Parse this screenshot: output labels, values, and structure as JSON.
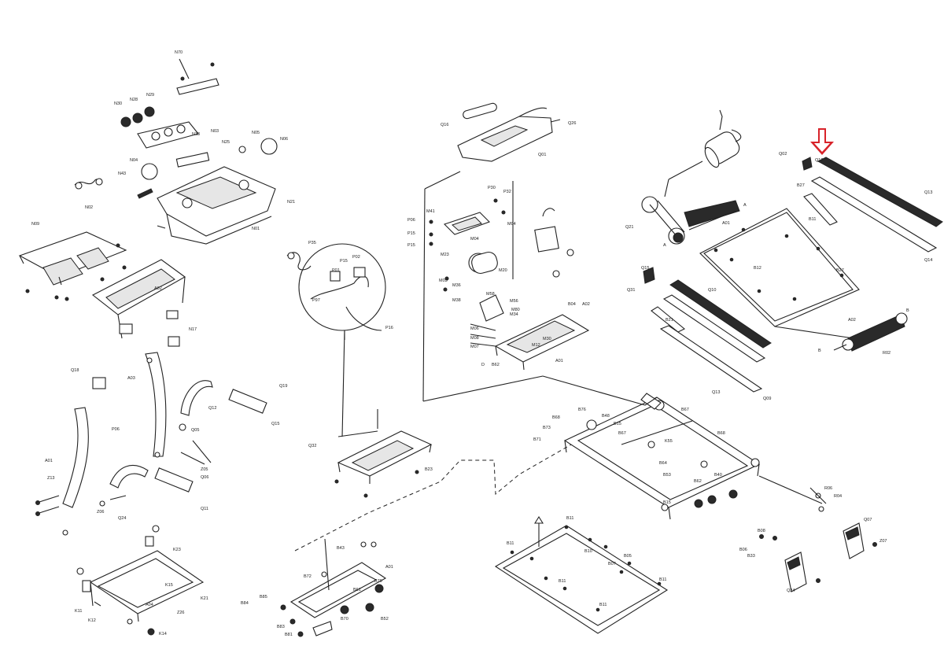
{
  "diagram": {
    "labels": [
      "N70",
      "N30",
      "N28",
      "N29",
      "N33",
      "N25",
      "N05",
      "N06",
      "N04",
      "N03",
      "N43",
      "N01",
      "N21",
      "N09",
      "N02",
      "A02",
      "N17",
      "Q18",
      "A03",
      "A01",
      "Z13",
      "Z06",
      "P06",
      "Q19",
      "Q15",
      "Q12",
      "Q05",
      "Q06",
      "Q11",
      "Z05",
      "Q24",
      "K11",
      "K12",
      "K14",
      "K15",
      "K21",
      "K23",
      "Z26",
      "A04",
      "P35",
      "P15",
      "P02",
      "P01",
      "P97",
      "P16",
      "Q16",
      "Q26",
      "Q01",
      "P06",
      "P15",
      "P15",
      "M41",
      "P30",
      "P32",
      "M04",
      "M23",
      "M03",
      "M20",
      "M36",
      "M38",
      "M58",
      "M56",
      "M34",
      "M04",
      "M06",
      "M08",
      "M07",
      "M12",
      "M80",
      "M30",
      "B62",
      "A01",
      "B04",
      "Q32",
      "B23",
      "A02",
      "D",
      "B43",
      "B72",
      "B61",
      "B85",
      "B70",
      "B83",
      "B84",
      "B81",
      "A01",
      "B79",
      "B52",
      "B73",
      "B68",
      "B76",
      "B48",
      "B15",
      "B67",
      "B67",
      "K55",
      "B68",
      "B64",
      "B62",
      "B40",
      "B53",
      "B15",
      "B71",
      "B11",
      "B11",
      "B07",
      "B10",
      "B05",
      "B11",
      "B11",
      "B11",
      "B06",
      "B08",
      "R06",
      "R04",
      "Q07",
      "Z07",
      "Q24",
      "B33",
      "A",
      "A",
      "A01",
      "Q02",
      "Q21",
      "Q31",
      "Q10",
      "Q12",
      "B12",
      "B27",
      "R02",
      "B",
      "B",
      "A02",
      "Q13",
      "Q09",
      "Q15",
      "B27",
      "Q13",
      "Q14",
      "B21",
      "B11"
    ]
  }
}
